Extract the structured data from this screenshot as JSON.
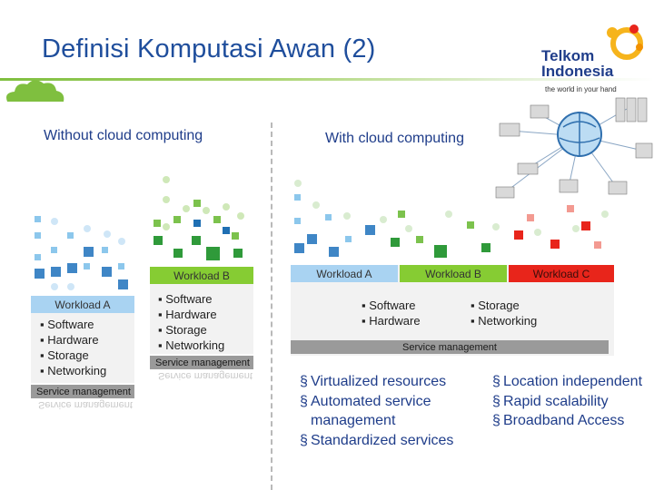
{
  "slide": {
    "title": "Definisi Komputasi Awan (2)"
  },
  "logo": {
    "line1": "Telkom",
    "line2": "Indonesia",
    "tagline": "the world in your hand"
  },
  "left": {
    "heading": "Without cloud computing",
    "stackA": {
      "workload": "Workload A",
      "items": [
        "▪ Software",
        "▪ Hardware",
        "▪ Storage",
        "▪ Networking"
      ],
      "service": "Service management"
    },
    "stackB": {
      "workload": "Workload B",
      "items": [
        "▪ Software",
        "▪ Hardware",
        "▪ Storage",
        "▪ Networking"
      ],
      "service": "Service management"
    }
  },
  "right": {
    "heading": "With cloud computing",
    "workloads": [
      "Workload A",
      "Workload B",
      "Workload C"
    ],
    "items_left": [
      "▪ Software",
      "▪ Hardware"
    ],
    "items_right": [
      "▪ Storage",
      "▪ Networking"
    ],
    "service": "Service management",
    "benefits_left": [
      "Virtualized resources",
      "Automated service management",
      "Standardized services"
    ],
    "benefits_right": [
      "Location independent",
      "Rapid scalability",
      "Broadband Access"
    ],
    "bullet": "§"
  },
  "colors": {
    "title": "#1f4e9c",
    "workload_a": "#a9d3f2",
    "workload_b": "#86cc33",
    "workload_c": "#e8251b",
    "service_bar": "#9a9a9a",
    "accent_green": "#7fbf3f"
  }
}
